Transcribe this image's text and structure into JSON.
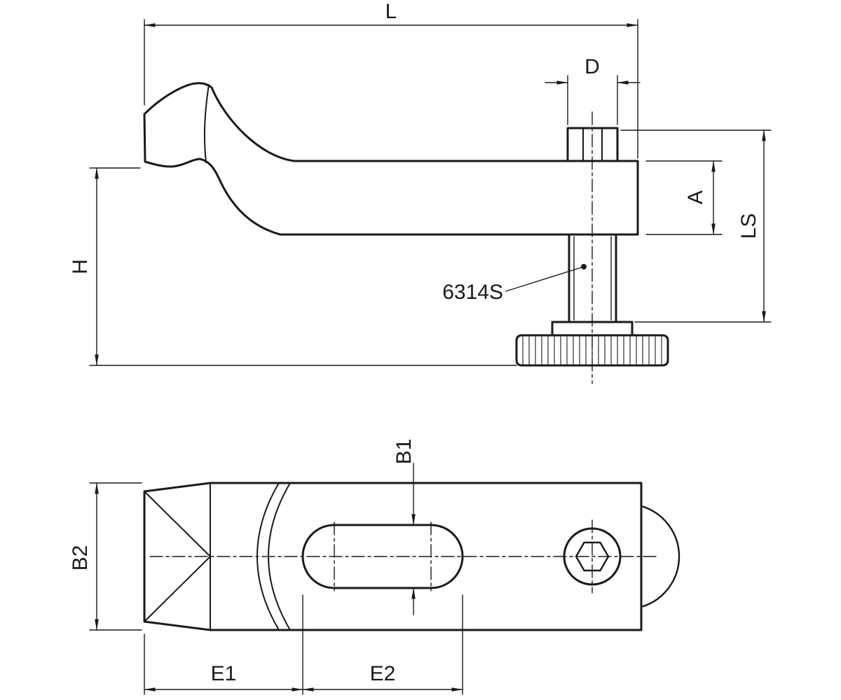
{
  "part": {
    "callout": "6314S"
  },
  "dims": {
    "L": "L",
    "D": "D",
    "A": "A",
    "LS": "LS",
    "H": "H",
    "B1": "B1",
    "B2": "B2",
    "E1": "E1",
    "E2": "E2"
  },
  "colors": {
    "line": "#1a1a1a",
    "background": "#ffffff"
  }
}
